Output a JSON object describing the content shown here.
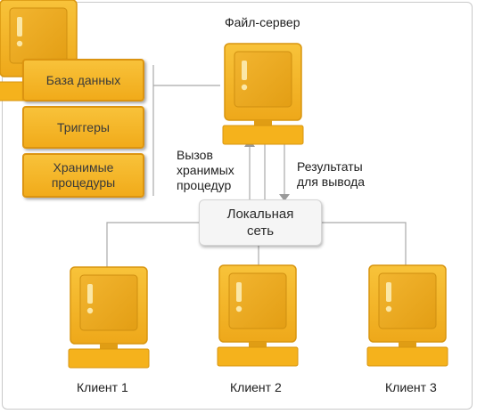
{
  "server_label": "Файл-сервер",
  "components": [
    "База данных",
    "Триггеры",
    "Хранимые\nпроцедуры"
  ],
  "call_label": "Вызов\nхранимых\nпроцедур",
  "results_label": "Результаты\nдля вывода",
  "network_label": "Локальная\nсеть",
  "clients": [
    "Клиент 1",
    "Клиент 2",
    "Клиент 3"
  ],
  "colors": {
    "computer": "#f5b21c",
    "computer_dark": "#d89a12",
    "screen": "#edac25",
    "component": "#f4b42a",
    "line": "#a9a9a9"
  }
}
